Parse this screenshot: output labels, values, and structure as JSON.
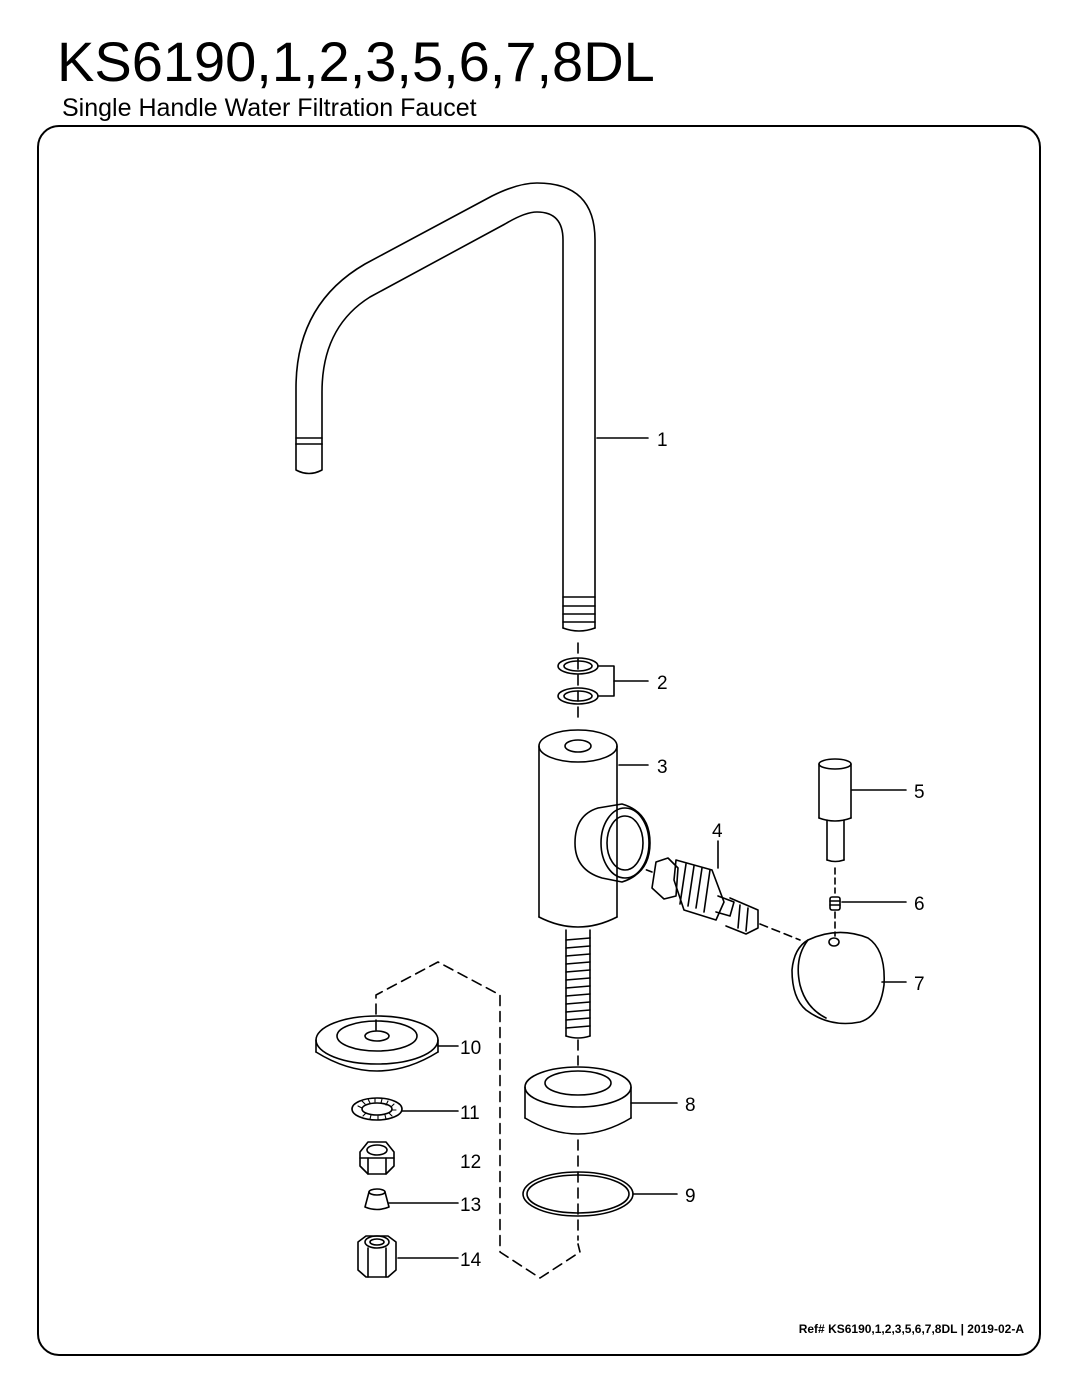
{
  "header": {
    "model": "KS6190,1,2,3,5,6,7,8DL",
    "subtitle": "Single Handle Water Filtration Faucet"
  },
  "callouts": [
    {
      "id": "1"
    },
    {
      "id": "2"
    },
    {
      "id": "3"
    },
    {
      "id": "4"
    },
    {
      "id": "5"
    },
    {
      "id": "6"
    },
    {
      "id": "7"
    },
    {
      "id": "8"
    },
    {
      "id": "9"
    },
    {
      "id": "10"
    },
    {
      "id": "11"
    },
    {
      "id": "12"
    },
    {
      "id": "13"
    },
    {
      "id": "14"
    }
  ],
  "footer": {
    "ref": "Ref# KS6190,1,2,3,5,6,7,8DL | 2019-02-A"
  }
}
